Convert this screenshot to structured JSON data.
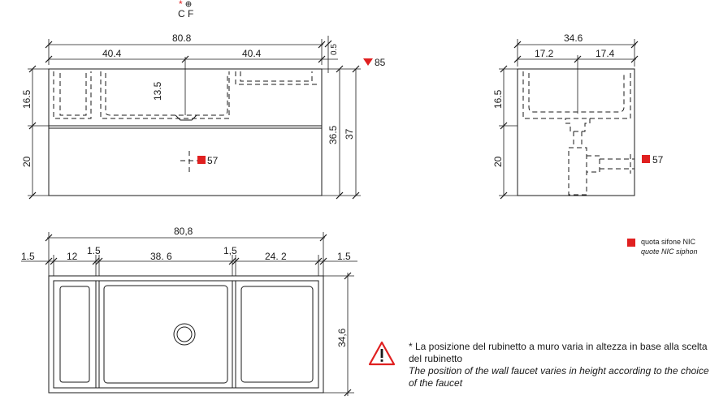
{
  "header": {
    "asterisk": "*",
    "label": "C F"
  },
  "front_view": {
    "overall_width": "80.8",
    "half_left": "40.4",
    "half_right": "40.4",
    "top_offset": "0.5",
    "basin_height": "16.5",
    "cabinet_height": "20",
    "drain_depth": "13.5",
    "front_height": "36.5",
    "total_height": "37",
    "mount_height": "85",
    "siphon_height": "57"
  },
  "side_view": {
    "overall_depth": "34.6",
    "left_depth": "17.2",
    "right_depth": "17.4",
    "basin_height": "16.5",
    "cabinet_height": "20",
    "siphon_height": "57"
  },
  "top_view": {
    "overall_width": "80,8",
    "margin_left": "1.5",
    "compartment_left": "12",
    "divider_left": "1.5",
    "basin_width": "38. 6",
    "divider_right": "1,5",
    "compartment_right": "24. 2",
    "margin_right": "1.5",
    "depth": "34,6"
  },
  "legend": {
    "swatch_color": "#e02020",
    "label_it": "quota sifone NIC",
    "label_en": "quote NIC siphon"
  },
  "note": {
    "icon": "warning-triangle-icon",
    "text_it": "* La posizione del rubinetto a muro varia in altezza in base alla scelta del rubinetto",
    "text_en": "The position of the wall faucet varies in height according to the choice of the faucet"
  },
  "colors": {
    "accent_red": "#e02020",
    "line": "#1a1a1a"
  }
}
